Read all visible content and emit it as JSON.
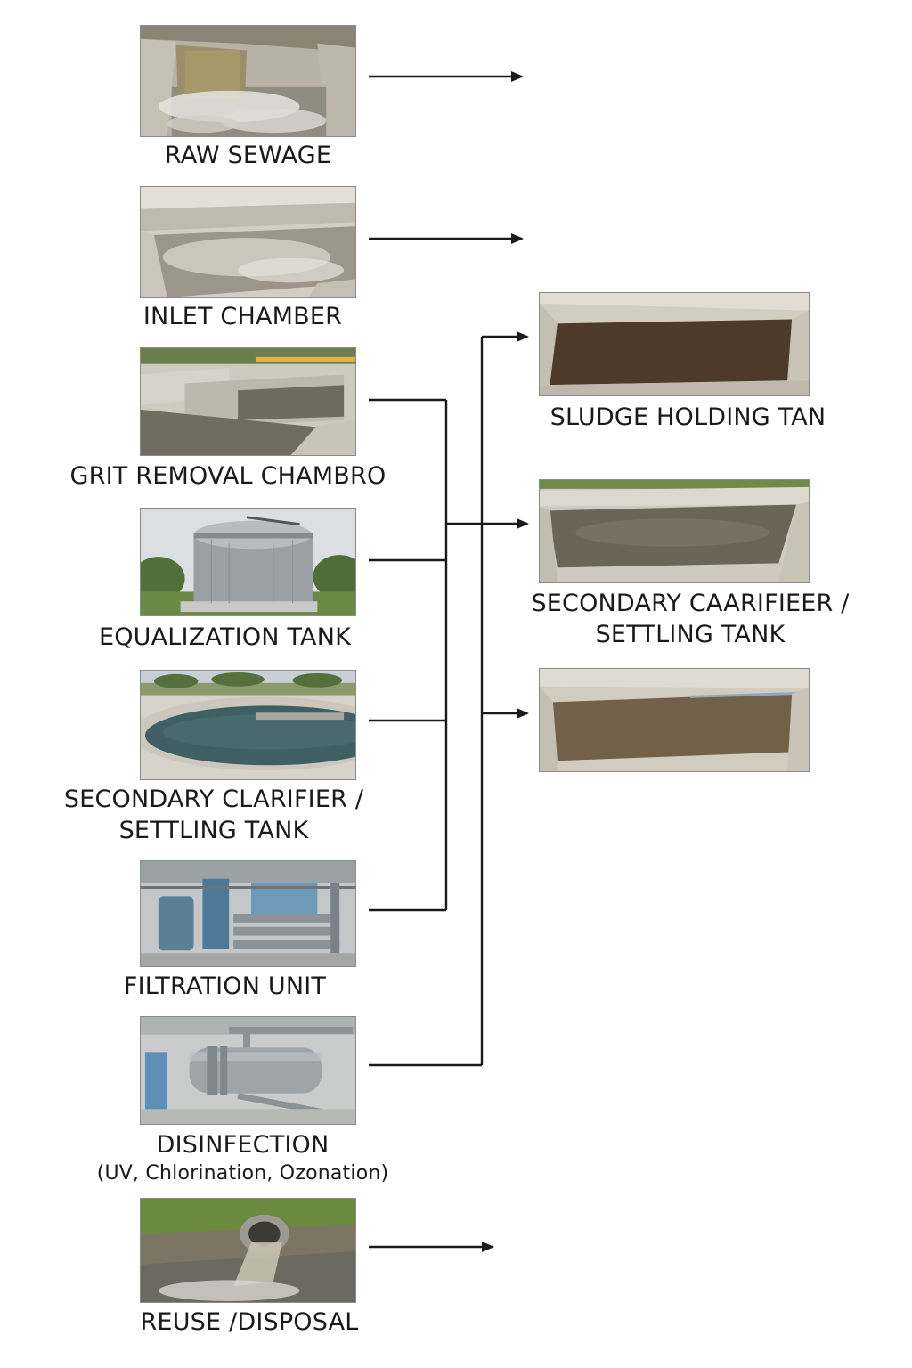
{
  "left_steps": [
    {
      "id": "raw-sewage",
      "label": "RAW SEWAGE"
    },
    {
      "id": "inlet-chamber",
      "label": "INLET CHAMBER"
    },
    {
      "id": "grit-removal",
      "label": "GRIT REMOVAL CHAMBRO"
    },
    {
      "id": "equalization",
      "label": "EQUALIZATION TANK"
    },
    {
      "id": "secondary-clarifier",
      "label_line1": "SECONDARY CLARIFIER /",
      "label_line2": "SETTLING TANK"
    },
    {
      "id": "filtration",
      "label": "FILTRATION UNIT"
    },
    {
      "id": "disinfection",
      "label": "DISINFECTION",
      "sublabel": "(UV, Chlorination, Ozonation)"
    },
    {
      "id": "reuse",
      "label": "REUSE /DISPOSAL"
    }
  ],
  "right_steps": [
    {
      "id": "sludge-holding",
      "label": "SLUDGE HOLDING TAN"
    },
    {
      "id": "secondary-clarifier-right",
      "label_line1": "SECONDARY CAARIFIEER /",
      "label_line2": "SETTLING TANK"
    },
    {
      "id": "sludge-tank-3",
      "label": ""
    }
  ],
  "colors": {
    "line": "#1a1a1a",
    "concrete": "#c9c3b8",
    "water": "#7d7a6c",
    "sludge": "#4e3d2e",
    "grass": "#5b7a3a"
  }
}
